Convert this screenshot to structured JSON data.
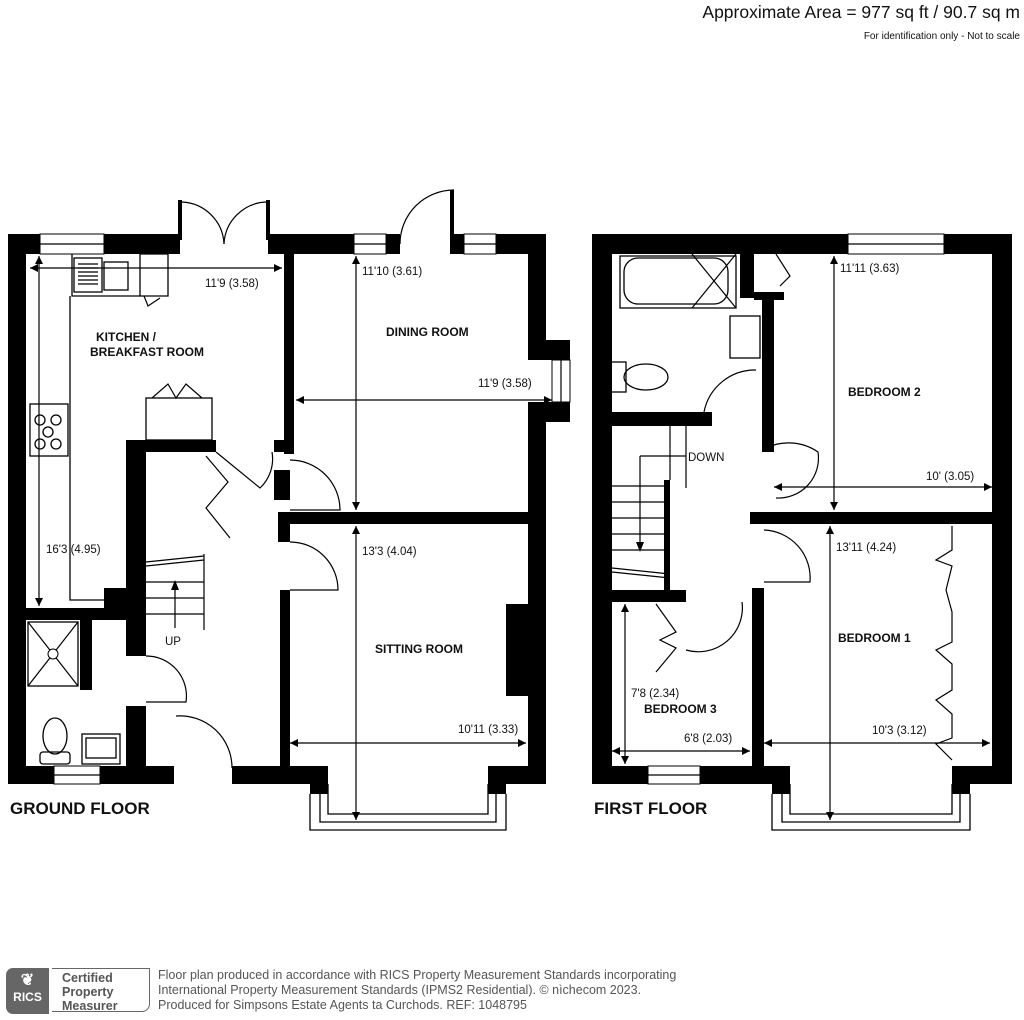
{
  "header": {
    "area": "Approximate Area = 977 sq ft / 90.7 sq m",
    "note": "For identification only - Not to scale"
  },
  "ground_floor": {
    "title": "GROUND FLOOR",
    "rooms": [
      {
        "name_line1": "KITCHEN /",
        "name_line2": "BREAKFAST ROOM",
        "width": "11'9 (3.58)",
        "length": "16'3 (4.95)"
      },
      {
        "name": "DINING ROOM",
        "length": "11'10 (3.61)",
        "width": "11'9 (3.58)"
      },
      {
        "name": "SITTING ROOM",
        "length": "13'3 (4.04)",
        "width": "10'11 (3.33)"
      }
    ],
    "stairs_label": "UP"
  },
  "first_floor": {
    "title": "FIRST FLOOR",
    "rooms": [
      {
        "name": "BEDROOM 2",
        "length": "11'11 (3.63)",
        "width": "10' (3.05)"
      },
      {
        "name": "BEDROOM  1",
        "length": "13'11 (4.24)",
        "width": "10'3 (3.12)"
      },
      {
        "name": "BEDROOM 3",
        "length": "7'8 (2.34)",
        "width": "6'8 (2.03)"
      }
    ],
    "stairs_label": "DOWN"
  },
  "footer": {
    "badge_org": "RICS",
    "badge_line1": "Certified",
    "badge_line2": "Property",
    "badge_line3": "Measurer",
    "text_line1": "Floor plan produced in accordance with RICS Property Measurement Standards incorporating",
    "text_line2": "International Property Measurement Standards (IPMS2 Residential).   © nìchecom 2023.",
    "text_line3": "Produced for Simpsons Estate Agents ta Curchods.   REF:  1048795"
  }
}
